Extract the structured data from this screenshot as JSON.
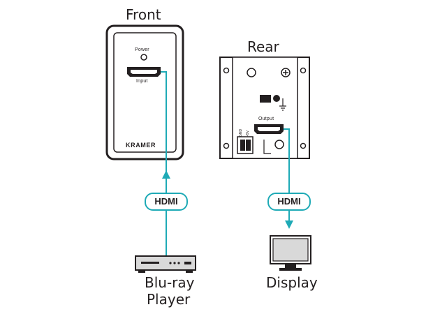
{
  "front": {
    "title": "Front",
    "power_label": "Power",
    "input_label": "Input",
    "brand": "KRAMER"
  },
  "rear": {
    "title": "Rear",
    "output_label": "Output",
    "gnd_label": "GND",
    "v5_label": "+5V"
  },
  "connections": [
    {
      "label": "HDMI"
    },
    {
      "label": "HDMI"
    }
  ],
  "source_device": {
    "label_line1": "Blu-ray",
    "label_line2": "Player"
  },
  "sink_device": {
    "label": "Display"
  },
  "colors": {
    "cable": "#1eaab6",
    "outline": "#231f20",
    "panel_gray": "#d9d9d9"
  }
}
